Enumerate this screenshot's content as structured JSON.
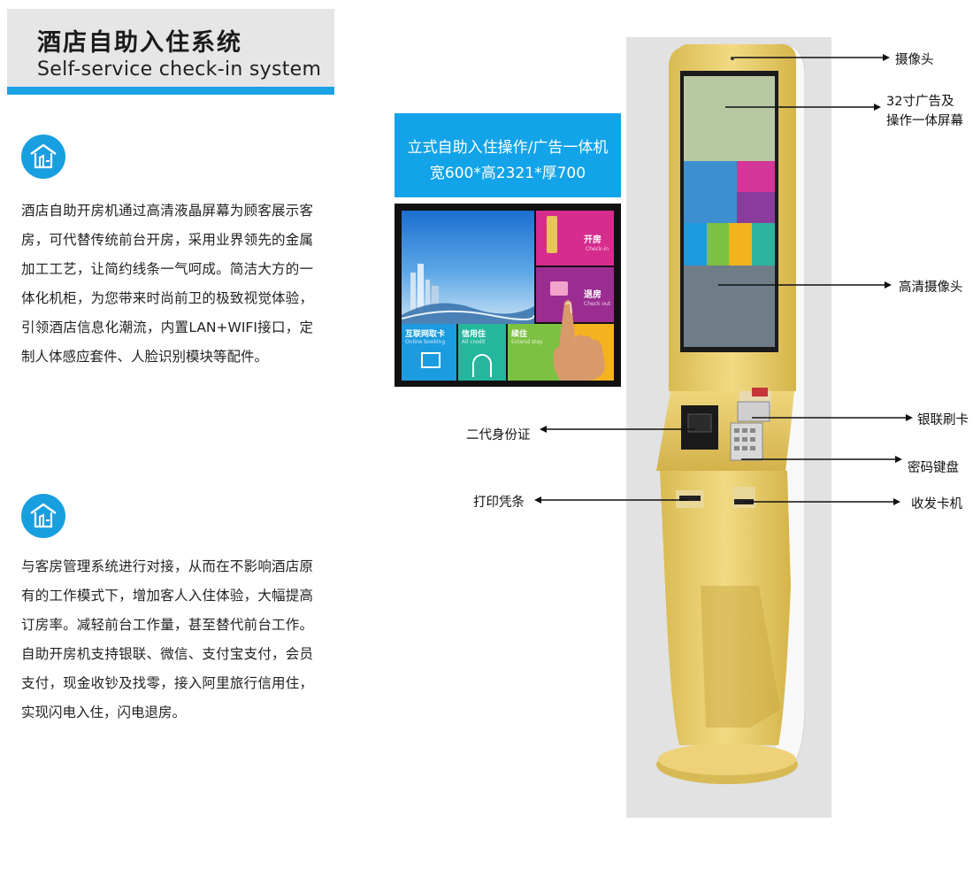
{
  "header": {
    "title_cn": "酒店自助入住系统",
    "title_en": "Self-service check-in system"
  },
  "colors": {
    "accent": "#1aa2e3",
    "kiosk_gold": "#e2c562",
    "title_bg": "#e6e6e7"
  },
  "features": [
    {
      "icon": "house-icon",
      "text": "酒店自助开房机通过高清液晶屏幕为顾客展示客房，可代替传统前台开房，采用业界领先的金属加工工艺，让简约线条一气呵成。简洁大方的一体化机柜，为您带来时尚前卫的极致视觉体验，引领酒店信息化潮流，内置LAN+WIFI接口，定制人体感应套件、人脸识别模块等配件。"
    },
    {
      "icon": "house-icon",
      "text": "与客房管理系统进行对接，从而在不影响酒店原有的工作模式下，增加客人入住体验，大幅提高订房率。减轻前台工作量，甚至替代前台工作。自助开房机支持银联、微信、支付宝支付，会员支付，现金收钞及找零，接入阿里旅行信用住，实现闪电入住，闪电退房。"
    }
  ],
  "product_box": {
    "line1": "立式自助入住操作/广告一体机",
    "line2": "宽600*高2321*厚700"
  },
  "screen_tiles": [
    {
      "label": "开房",
      "sub": "Check-in"
    },
    {
      "label": "退房",
      "sub": "Check out"
    },
    {
      "label": "互联网取卡",
      "sub": "Online booking"
    },
    {
      "label": "信用住",
      "sub": "All credit"
    },
    {
      "label": "续住",
      "sub": "Extend stay"
    }
  ],
  "callouts": {
    "camera": "摄像头",
    "screen_line1": "32寸广告及",
    "screen_line2": "操作一体屏幕",
    "hd_camera": "高清摄像头",
    "unionpay": "银联刷卡",
    "keypad": "密码键盘",
    "card_dispenser": "收发卡机",
    "id_card": "二代身份证",
    "printer": "打印凭条"
  }
}
